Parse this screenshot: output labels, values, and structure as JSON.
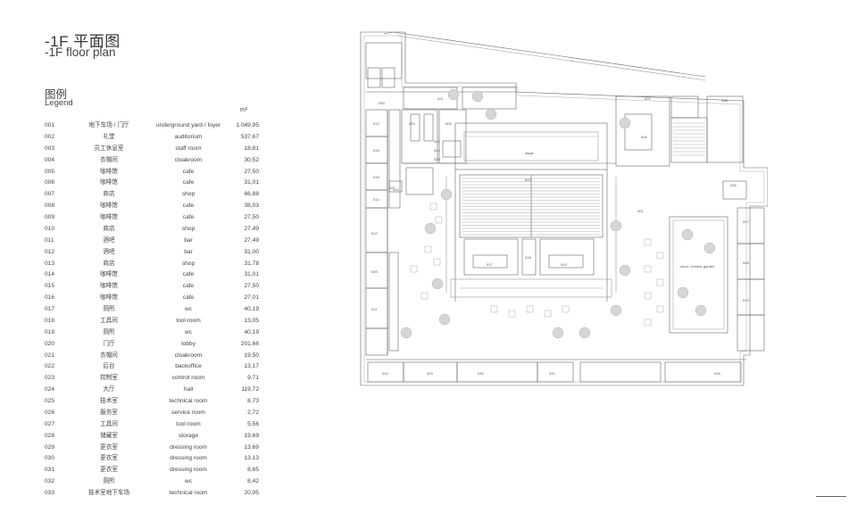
{
  "title": {
    "zh": "-1F 平面图",
    "en": "-1F floor plan"
  },
  "legend": {
    "zh": "图例",
    "en": "Legend",
    "unit": "m²",
    "rows": [
      {
        "no": "001",
        "zh": "地下车场 / 门厅",
        "en": "underground yard / foyer",
        "area": "1.049,95"
      },
      {
        "no": "002",
        "zh": "礼堂",
        "en": "auditorium",
        "area": "537,67"
      },
      {
        "no": "003",
        "zh": "员工休息室",
        "en": "staff room",
        "area": "18,81"
      },
      {
        "no": "004",
        "zh": "衣帽间",
        "en": "cloakroom",
        "area": "30,52"
      },
      {
        "no": "005",
        "zh": "咖啡馆",
        "en": "cafe",
        "area": "27,50"
      },
      {
        "no": "006",
        "zh": "咖啡馆",
        "en": "cafe",
        "area": "31,01"
      },
      {
        "no": "007",
        "zh": "商店",
        "en": "shop",
        "area": "66,88"
      },
      {
        "no": "008",
        "zh": "咖啡馆",
        "en": "cafe",
        "area": "38,03"
      },
      {
        "no": "009",
        "zh": "咖啡馆",
        "en": "cafe",
        "area": "27,50"
      },
      {
        "no": "010",
        "zh": "商店",
        "en": "shop",
        "area": "27,49"
      },
      {
        "no": "011",
        "zh": "酒吧",
        "en": "bar",
        "area": "27,49"
      },
      {
        "no": "012",
        "zh": "酒吧",
        "en": "bar",
        "area": "31,00"
      },
      {
        "no": "013",
        "zh": "商店",
        "en": "shop",
        "area": "31,78"
      },
      {
        "no": "014",
        "zh": "咖啡馆",
        "en": "cafe",
        "area": "31,01"
      },
      {
        "no": "015",
        "zh": "咖啡馆",
        "en": "cafe",
        "area": "27,50"
      },
      {
        "no": "016",
        "zh": "咖啡馆",
        "en": "cafe",
        "area": "27,01"
      },
      {
        "no": "017",
        "zh": "厕所",
        "en": "wc",
        "area": "40,19"
      },
      {
        "no": "018",
        "zh": "工具间",
        "en": "tool room",
        "area": "13,05"
      },
      {
        "no": "019",
        "zh": "厕所",
        "en": "wc",
        "area": "40,19"
      },
      {
        "no": "020",
        "zh": "门厅",
        "en": "lobby",
        "area": "201,66"
      },
      {
        "no": "021",
        "zh": "衣帽间",
        "en": "cloakroom",
        "area": "19,50"
      },
      {
        "no": "022",
        "zh": "后台",
        "en": "backoffice",
        "area": "13,17"
      },
      {
        "no": "023",
        "zh": "控制室",
        "en": "control room",
        "area": "9,71"
      },
      {
        "no": "024",
        "zh": "大厅",
        "en": "hall",
        "area": "119,72"
      },
      {
        "no": "025",
        "zh": "技术室",
        "en": "technical room",
        "area": "8,73"
      },
      {
        "no": "026",
        "zh": "服务室",
        "en": "service room",
        "area": "2,72"
      },
      {
        "no": "027",
        "zh": "工具间",
        "en": "tool room",
        "area": "5,56"
      },
      {
        "no": "028",
        "zh": "储藏室",
        "en": "storage",
        "area": "19,69"
      },
      {
        "no": "029",
        "zh": "更衣室",
        "en": "dressing room",
        "area": "13,69"
      },
      {
        "no": "030",
        "zh": "更衣室",
        "en": "dressing room",
        "area": "13,13"
      },
      {
        "no": "031",
        "zh": "更衣室",
        "en": "dressing room",
        "area": "8,65"
      },
      {
        "no": "032",
        "zh": "厕所",
        "en": "wc",
        "area": "8,42"
      },
      {
        "no": "033",
        "zh": "技术室地下车场",
        "en": "technical room",
        "area": "20,95"
      }
    ]
  },
  "plan": {
    "room_labels": {
      "r033": "033",
      "r013": "013",
      "r016": "016",
      "r015": "015",
      "r014": "014",
      "r024": "024",
      "r010": "010",
      "r009": "009",
      "r011": "011",
      "r020": "020",
      "r005": "005",
      "r022": "022",
      "r023": "023",
      "r025": "025",
      "r002": "002",
      "r017": "017",
      "r018": "018",
      "r019": "019",
      "r001": "001",
      "r004": "004",
      "r003": "003",
      "r008": "008",
      "r007": "007",
      "r006": "006",
      "r012": "012",
      "r026": "026",
      "r027": "027",
      "r028": "028",
      "r032": "032",
      "r029": "029",
      "r030": "030",
      "r031": "031",
      "r021": "021",
      "court": "court / terrace garden",
      "stage": "stage"
    }
  }
}
